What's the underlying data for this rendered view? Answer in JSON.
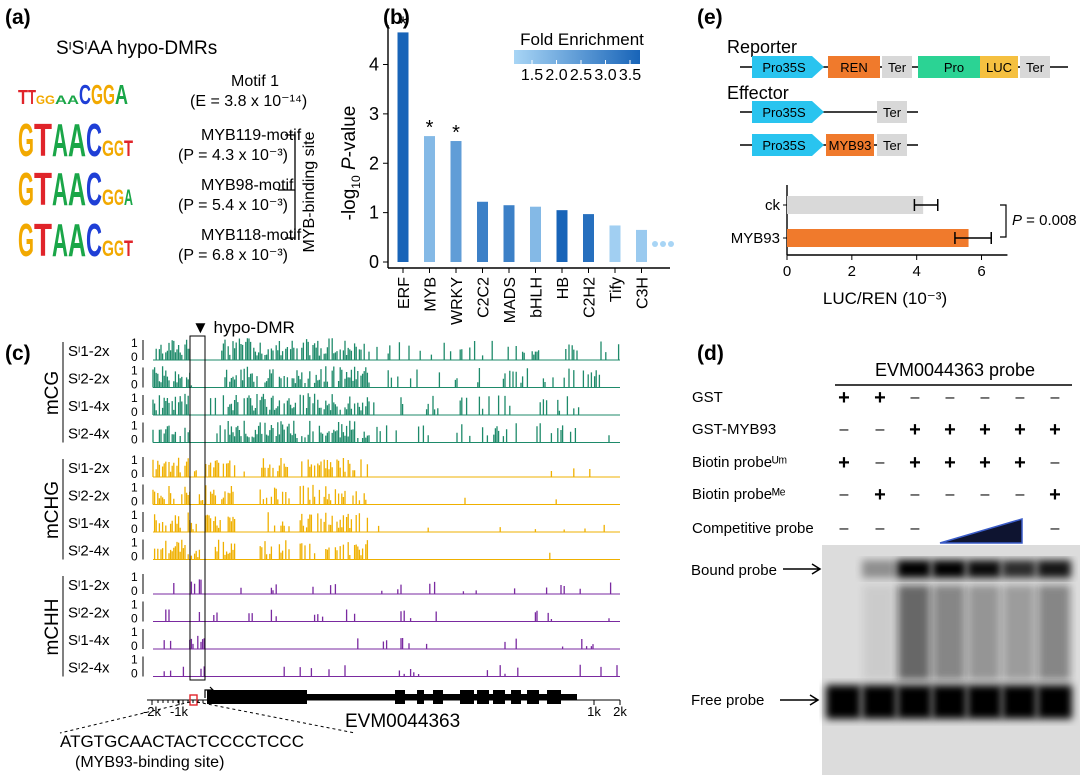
{
  "panels": {
    "a": {
      "label": "(a)",
      "title": "SᶦSᶦAA hypo-DMRs",
      "side_label": "MYB-binding site",
      "motifs": [
        {
          "name": "Motif 1",
          "stat": "(E = 3.8 x 10⁻¹⁴)",
          "letters": "TTGGAACGGA"
        },
        {
          "name": "MYB119-motif",
          "stat": "(P = 4.3 x 10⁻³)",
          "letters": "GTAACGGT"
        },
        {
          "name": "MYB98-motif",
          "stat": "(P = 5.4 x 10⁻³)",
          "letters": "GTAACGGA"
        },
        {
          "name": "MYB118-motif",
          "stat": "(P = 6.8 x 10⁻³)",
          "letters": "GTAACGGT"
        }
      ]
    },
    "b": {
      "label": "(b)",
      "legend_title": "Fold Enrichment",
      "legend_ticks": [
        "1.5",
        "2.0",
        "2.5",
        "3.0",
        "3.5"
      ]
    },
    "c": {
      "label": "(c)",
      "hypo_dmr": "▼ hypo-DMR",
      "groups": [
        {
          "name": "mCG",
          "color": "#1e8a6a",
          "tracks": [
            "Sᶦ1-2x",
            "Sᶦ2-2x",
            "Sᶦ1-4x",
            "Sᶦ2-4x"
          ]
        },
        {
          "name": "mCHG",
          "color": "#efb000",
          "tracks": [
            "Sᶦ1-2x",
            "Sᶦ2-2x",
            "Sᶦ1-4x",
            "Sᶦ2-4x"
          ]
        },
        {
          "name": "mCHH",
          "color": "#7a2aa0",
          "tracks": [
            "Sᶦ1-2x",
            "Sᶦ2-2x",
            "Sᶦ1-4x",
            "Sᶦ2-4x"
          ]
        }
      ],
      "track_top": "1",
      "track_bottom": "0",
      "axis_ticks": [
        "-2k",
        "-1k",
        "1k",
        "2k"
      ],
      "gene_name": "EVM0044363",
      "site_sequence": "ATGTGCAACTACTCCCCTCCC",
      "site_label": "(MYB93-binding site)"
    },
    "d": {
      "label": "(d)",
      "probe_title": "EVM0044363 probe",
      "rows": [
        {
          "name": "GST",
          "signs": [
            "+",
            "+",
            "–",
            "–",
            "–",
            "–",
            "–"
          ]
        },
        {
          "name": "GST-MYB93",
          "signs": [
            "–",
            "–",
            "+",
            "+",
            "+",
            "+",
            "+"
          ]
        },
        {
          "name": "Biotin probeᵁᵐ",
          "signs": [
            "+",
            "–",
            "+",
            "+",
            "+",
            "+",
            "–"
          ]
        },
        {
          "name": "Biotin probeᴹᵉ",
          "signs": [
            "–",
            "+",
            "–",
            "–",
            "–",
            "–",
            "+"
          ]
        },
        {
          "name": "Competitive probe",
          "signs": [
            "–",
            "–",
            "–",
            "",
            "",
            "",
            "–"
          ]
        }
      ],
      "bound_label": "Bound probe",
      "free_label": "Free probe"
    },
    "e": {
      "label": "(e)",
      "reporter_label": "Reporter",
      "effector_label": "Effector",
      "reporter_parts": [
        "Pro35S",
        "REN",
        "Ter",
        "Pro",
        "LUC",
        "Ter"
      ],
      "effector1_parts": [
        "Pro35S",
        "Ter"
      ],
      "effector2_parts": [
        "Pro35S",
        "MYB93",
        "Ter"
      ],
      "p_value": "P = 0.008",
      "colors": {
        "pro35s": "#29c4ef",
        "ren": "#f07a2c",
        "ter": "#d8d8d8",
        "pro": "#2bd394",
        "luc": "#f5c040",
        "myb93": "#f07a2c"
      }
    }
  },
  "chart_data": [
    {
      "type": "bar",
      "categories": [
        "ERF",
        "MYB",
        "WRKY",
        "C2C2",
        "MADS",
        "bHLH",
        "HB",
        "C2H2",
        "Tify",
        "C3H"
      ],
      "values": [
        4.65,
        2.55,
        2.45,
        1.22,
        1.15,
        1.12,
        1.05,
        0.97,
        0.74,
        0.65
      ],
      "fold_enrichment": [
        3.5,
        2.0,
        2.5,
        3.0,
        3.0,
        2.0,
        3.6,
        3.3,
        1.6,
        1.7
      ],
      "significant": [
        "*",
        "*",
        "*",
        "",
        "",
        "",
        "",
        "",
        "",
        ""
      ],
      "ylabel": "-log10 P-value",
      "ylim": [
        0,
        4.8
      ],
      "yticks": [
        "0",
        "1",
        "2",
        "3",
        "4"
      ],
      "legend": "Fold Enrichment",
      "legend_range": [
        1.5,
        3.5
      ]
    },
    {
      "type": "bar",
      "orientation": "horizontal",
      "categories": [
        "ck",
        "MYB93"
      ],
      "values": [
        4.2,
        5.6
      ],
      "errors": [
        0.45,
        0.7
      ],
      "colors": [
        "#d9d9d9",
        "#f07a2c"
      ],
      "xlabel": "LUC/REN (10⁻³)",
      "xlim": [
        0,
        6.8
      ],
      "xticks": [
        "0",
        "2",
        "4",
        "6"
      ],
      "annotation": "P = 0.008"
    }
  ]
}
